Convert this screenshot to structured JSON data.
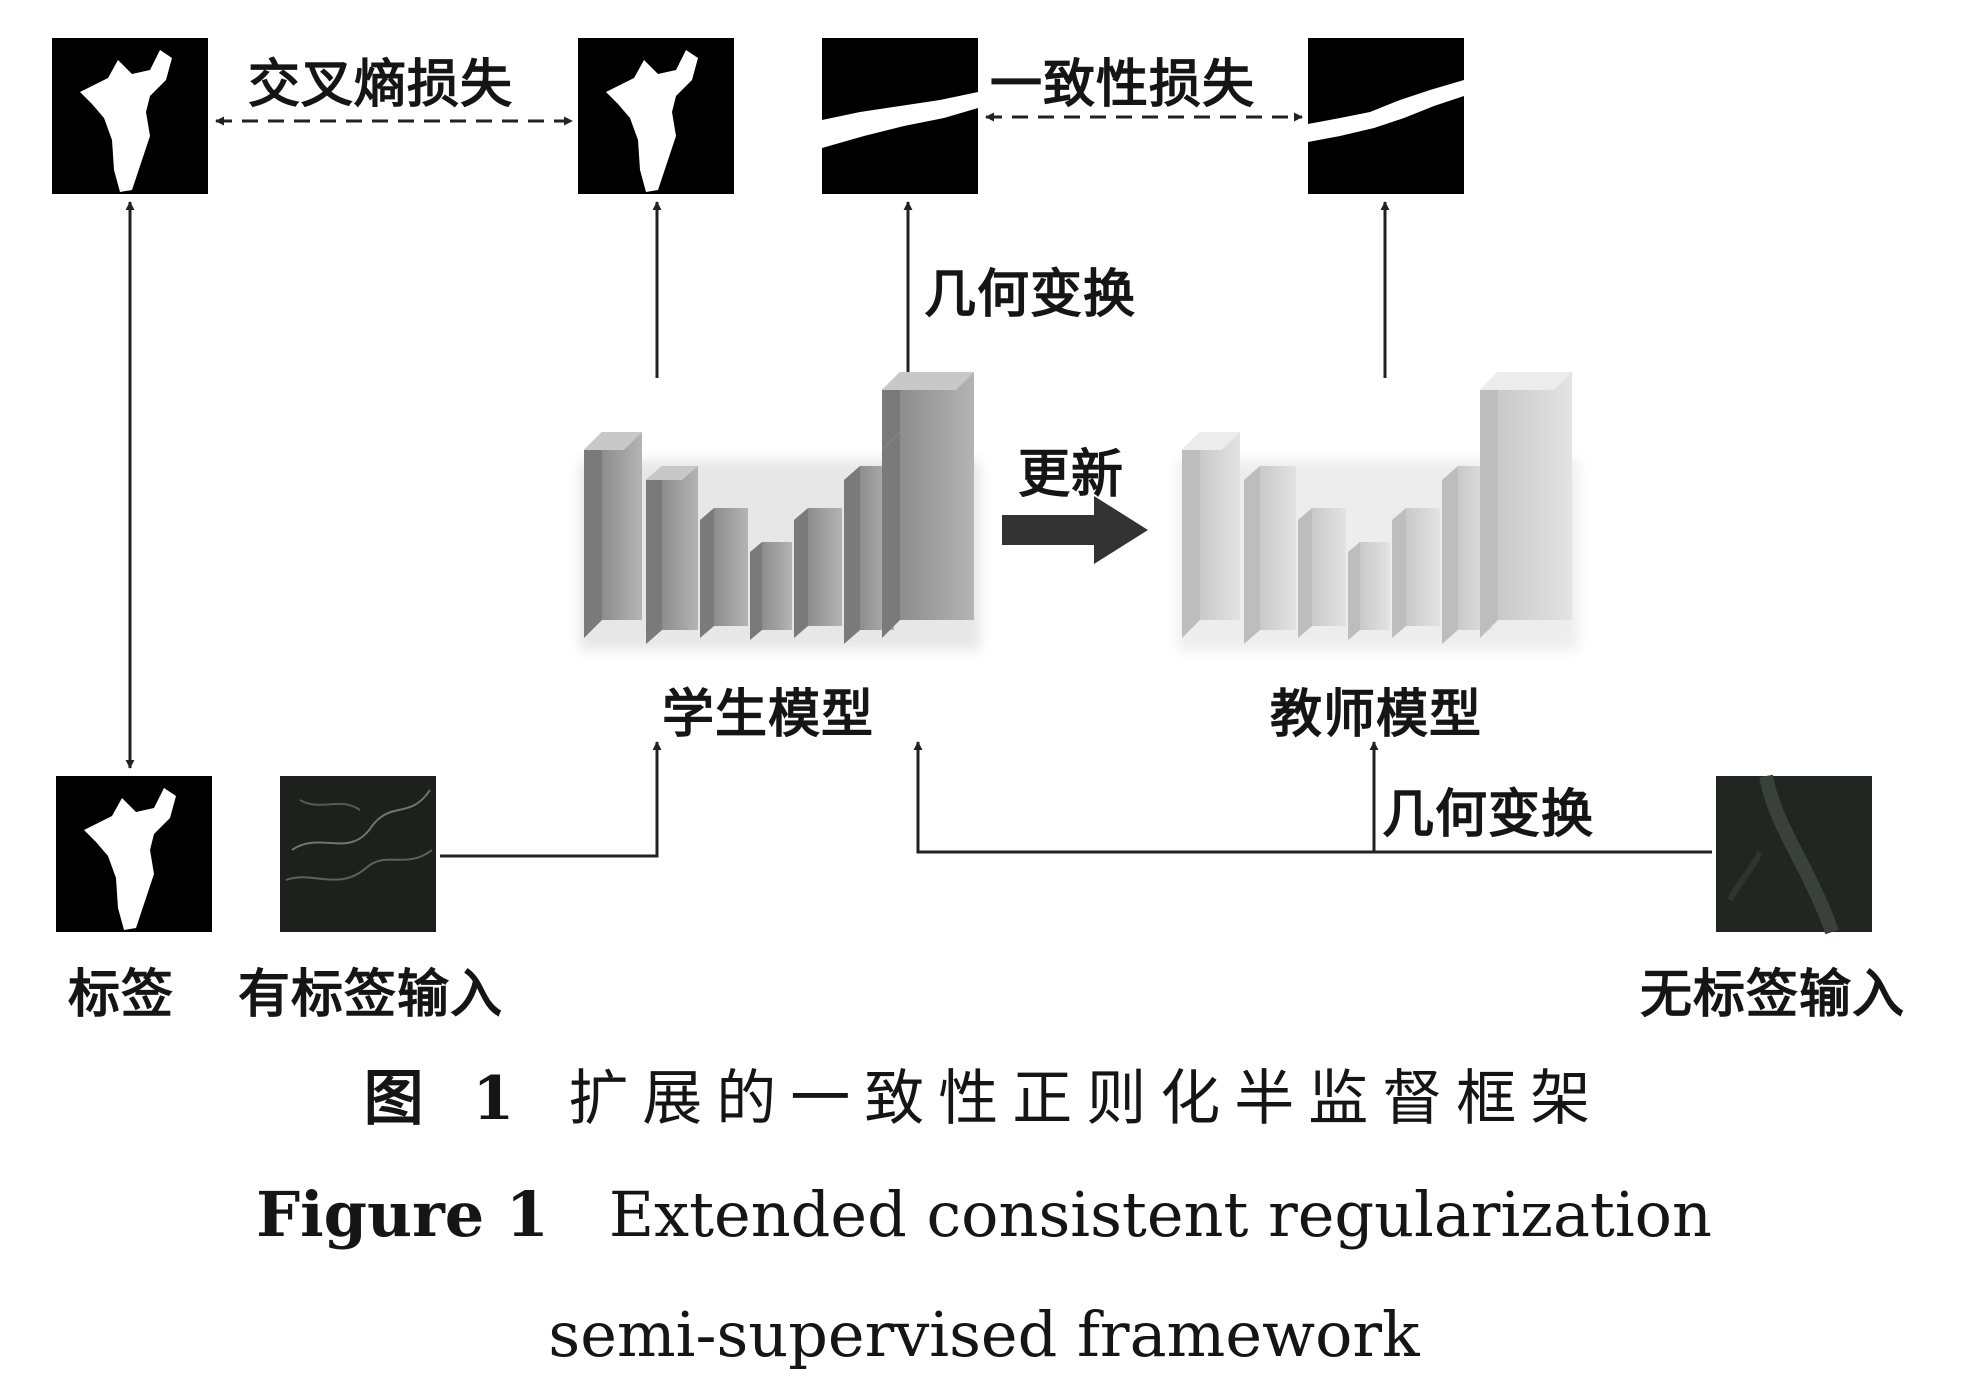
{
  "labels": {
    "cross_entropy_loss": "交叉熵损失",
    "consistency_loss": "一致性损失",
    "geometric_transform_top": "几何变换",
    "geometric_transform_bottom": "几何变换",
    "update": "更新",
    "student_model": "学生模型",
    "teacher_model": "教师模型",
    "label": "标签",
    "labeled_input": "有标签输入",
    "unlabeled_input": "无标签输入"
  },
  "caption": {
    "cn_number": "图 1",
    "cn_text": "扩展的一致性正则化半监督框架",
    "en_number": "Figure 1",
    "en_line1": "Extended consistent regularization",
    "en_line2": "semi-supervised framework"
  },
  "colors": {
    "student_blocks": "#a9a9a9",
    "teacher_blocks": "#d6d6d6",
    "mask_background": "#000000",
    "mask_foreground": "#ffffff",
    "arrow": "#222222"
  }
}
